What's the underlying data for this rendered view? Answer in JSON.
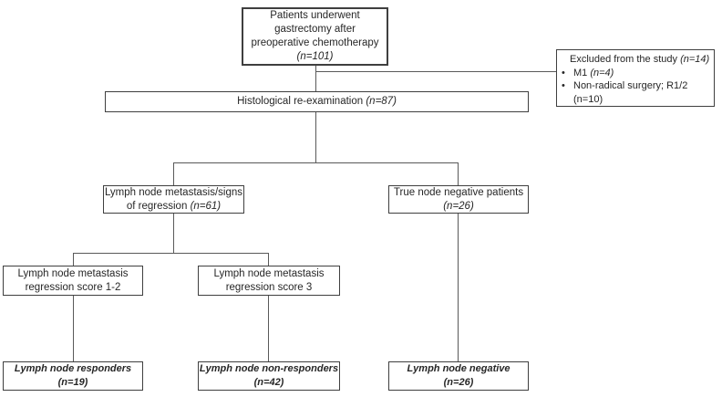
{
  "flowchart": {
    "top_box": {
      "line1": "Patients underwent",
      "line2": "gastrectomy after",
      "line3": "preoperative chemotherapy",
      "n": "(n=101)"
    },
    "excluded_box": {
      "title": "Excluded from the study ",
      "title_n": "(n=14)",
      "bullet_marker": "•",
      "bullet1": "M1 ",
      "bullet1_n": "(n=4)",
      "bullet2_line1": "Non-radical surgery; R1/2",
      "bullet2_line2": "(n=10)"
    },
    "histology_box": {
      "text": "Histological re-examination ",
      "n": "(n=87)"
    },
    "mid_left_box": {
      "line1": "Lymph node metastasis/signs",
      "line2": "of regression ",
      "n": "(n=61)"
    },
    "mid_right_box": {
      "line1": "True node negative patients",
      "n": "(n=26)"
    },
    "score12_box": {
      "line1": "Lymph node metastasis",
      "line2": "regression score 1-2"
    },
    "score3_box": {
      "line1": "Lymph node metastasis",
      "line2": "regression score 3"
    },
    "responders_box": {
      "line1": "Lymph node responders",
      "n": "(n=19)"
    },
    "nonresponders_box": {
      "line1": "Lymph node non-responders",
      "n": "(n=42)"
    },
    "negative_box": {
      "line1": "Lymph node negative",
      "n": "(n=26)"
    },
    "colors": {
      "border": "#3f3f3f",
      "line": "#595959",
      "text": "#262626",
      "background": "#ffffff"
    }
  }
}
